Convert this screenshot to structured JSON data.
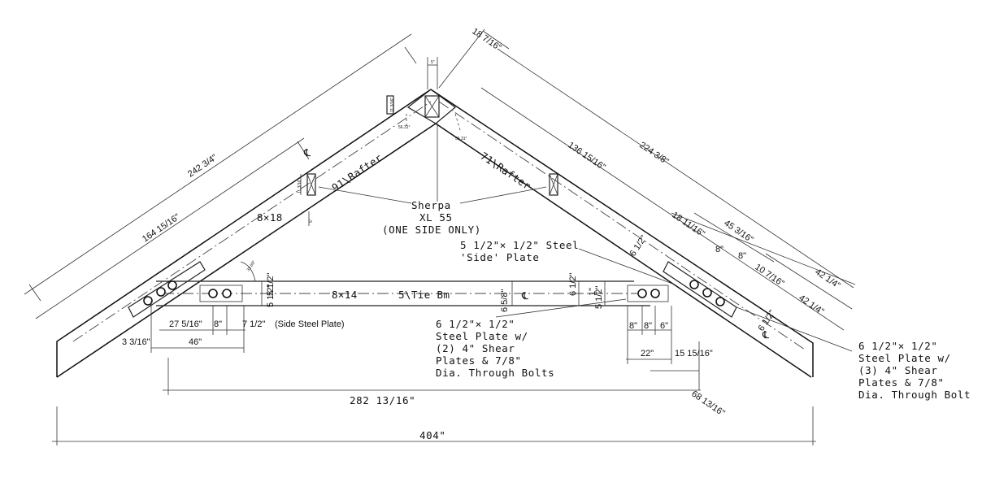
{
  "members": {
    "left_rafter": "91\\Rafter",
    "right_rafter": "71\\Rafter",
    "tie_beam": "5\\Tie Bm",
    "rafter_size": "8×18",
    "tie_size": "8×14"
  },
  "notes": {
    "sherpa": [
      "Sherpa",
      "XL 55",
      "(ONE SIDE ONLY)"
    ],
    "side_plate": [
      "5 1/2\"× 1/2\" Steel",
      "'Side' Plate"
    ],
    "plate_2": [
      "6 1/2\"× 1/2\"",
      "Steel Plate w/",
      "(2) 4\" Shear",
      "Plates & 7/8\"",
      "Dia. Through Bolts"
    ],
    "plate_3": [
      "6 1/2\"× 1/2\"",
      "Steel Plate w/",
      "(3) 4\" Shear",
      "Plates & 7/8\"",
      "Dia. Through Bolt"
    ],
    "side_steel_plate": "(Side Steel Plate)"
  },
  "dimensions": {
    "overall_span": "404\"",
    "tie_length": "282 13/16\"",
    "left_rafter_overall": "242 3/4\"",
    "left_rafter_cl": "164 15/16\"",
    "apex_offset": "18 7/16\"",
    "apex_top": "5\"",
    "apex_side": "11 3/16\"",
    "apex_angle_left": "56.31°",
    "apex_angle_right": "56.31°",
    "right_rafter_overall": "224 3/8\"",
    "right_rafter_cl": "136 15/16\"",
    "right_dist_a": "18 11/16\"",
    "right_dist_b": "45 3/16\"",
    "right_dist_c": "42 1/4\"",
    "right_dist_d": "42 1/4\"",
    "right_bolt_a": "8\"",
    "right_bolt_b": "8\"",
    "right_bolt_c": "10 7/16\"",
    "right_plate_w": "6 1/2\"",
    "right_plate_w2": "6 1/2\"",
    "sherpa_depth": "11 3/16\"",
    "sherpa_off": "5\"",
    "left_angle": "33.69°",
    "left_d1": "27 5/16\"",
    "left_d2": "8\"",
    "left_d3": "7 1/2\"",
    "left_d4": "3 3/16\"",
    "left_d5": "46\"",
    "tie_h_left": "5 1/2\"",
    "tie_h_left2": "5 1/2\"",
    "tie_depth": "6 5/8\"",
    "tie_h_right": "6 1/2\"",
    "tie_h_right2": "1\"",
    "tie_h_right3": "5 1/2\"",
    "right_d1": "8\"",
    "right_d2": "8\"",
    "right_d3": "6\"",
    "right_d4": "22\"",
    "right_d5": "15 15/16\"",
    "right_d6": "68 13/16\""
  },
  "icons": {
    "centerline": "centerline-icon"
  }
}
